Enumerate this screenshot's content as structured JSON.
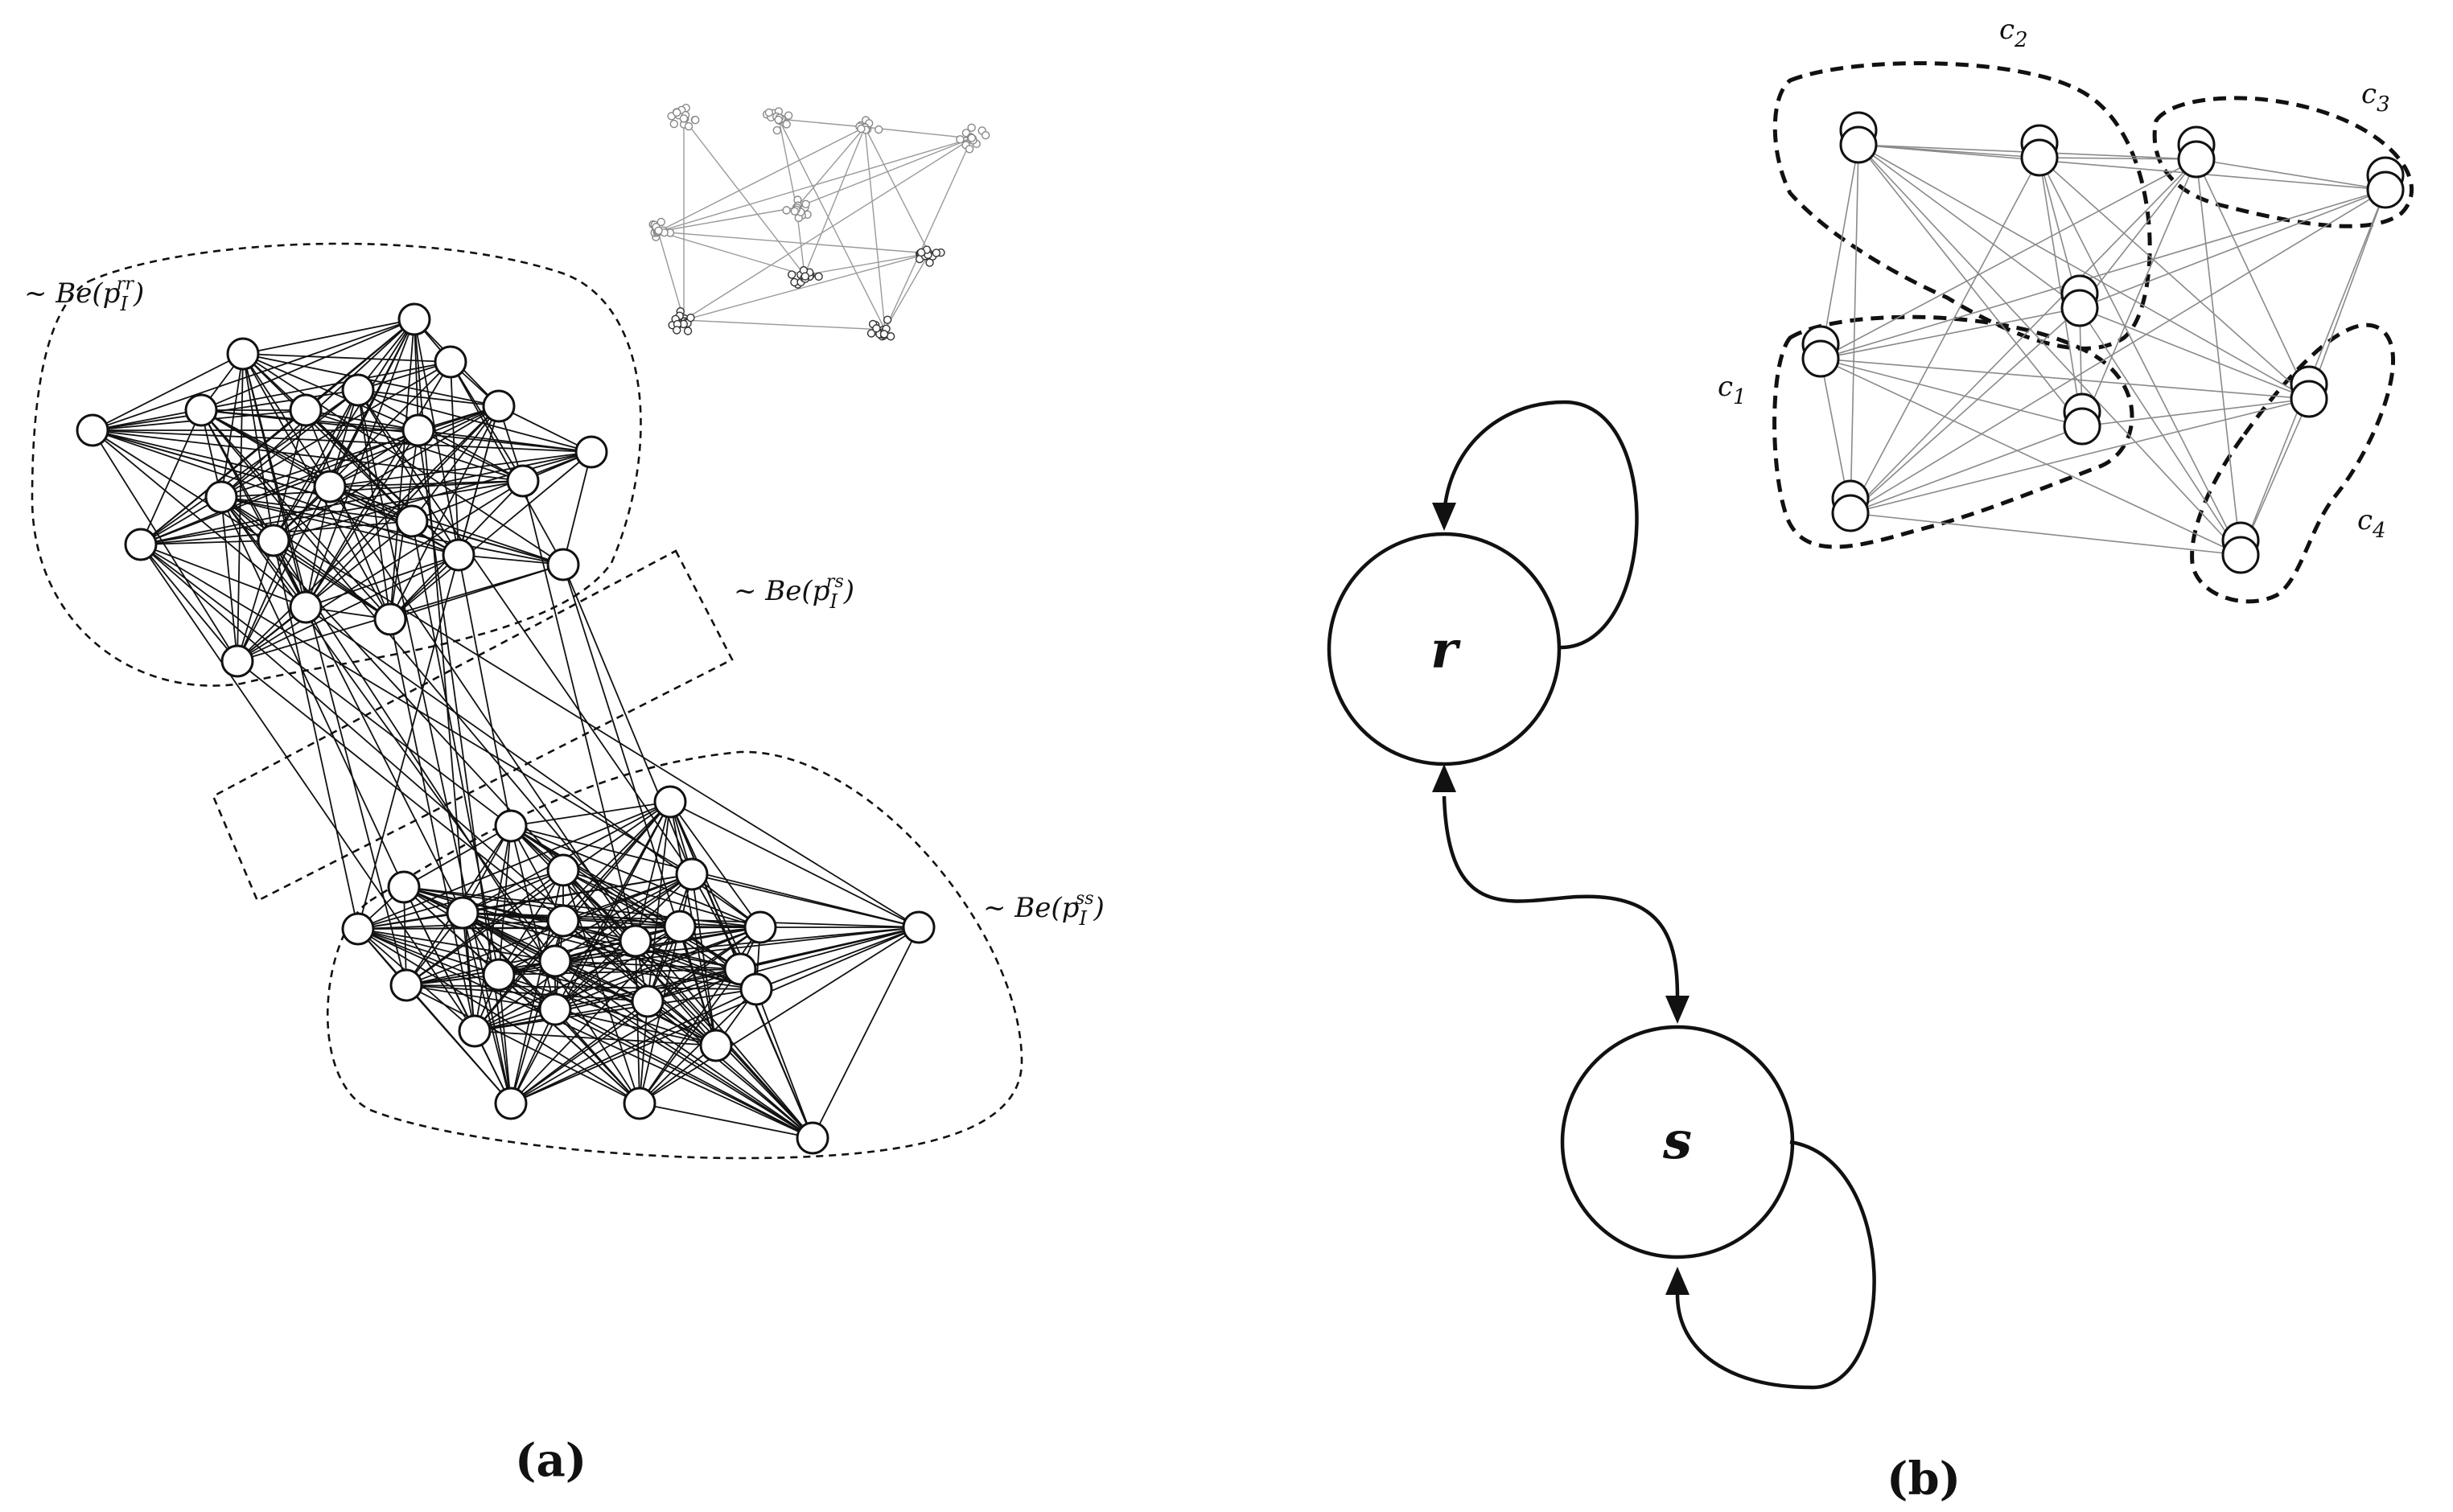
{
  "panel_a": {
    "caption": "(a)",
    "label_rr": {
      "prefix": "~ Be(p",
      "sub": "I",
      "sup": "rr",
      "suffix": ")"
    },
    "label_rs": {
      "prefix": "~ Be(p",
      "sub": "I",
      "sup": "rs",
      "suffix": ")"
    },
    "label_ss": {
      "prefix": "~ Be(p",
      "sub": "I",
      "sup": "ss",
      "suffix": ")"
    }
  },
  "panel_b": {
    "caption": "(b)",
    "node_r": "r",
    "node_s": "s",
    "cluster_labels": [
      {
        "base": "c",
        "sub": "1"
      },
      {
        "base": "c",
        "sub": "2"
      },
      {
        "base": "c",
        "sub": "3"
      },
      {
        "base": "c",
        "sub": "4"
      }
    ]
  },
  "colors": {
    "ink": "#111111",
    "light_edge": "#8a8a8a",
    "background": "#ffffff"
  }
}
